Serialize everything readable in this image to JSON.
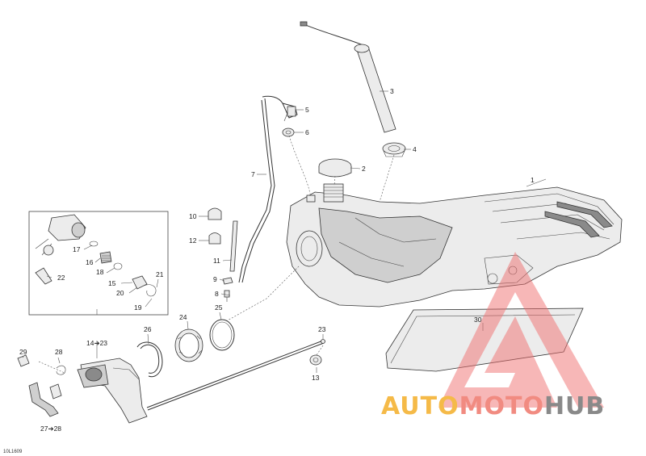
{
  "diagram": {
    "reference_code": "10L1609",
    "callouts": {
      "c1": "1",
      "c2": "2",
      "c3": "3",
      "c4": "4",
      "c5": "5",
      "c6": "6",
      "c7": "7",
      "c8": "8",
      "c9": "9",
      "c10": "10",
      "c11": "11",
      "c12": "12",
      "c13": "13",
      "c14": "14➔23",
      "c15": "15",
      "c16": "16",
      "c17": "17",
      "c18": "18",
      "c19": "19",
      "c20": "20",
      "c21": "21",
      "c22": "22",
      "c23": "23",
      "c24": "24",
      "c25": "25",
      "c26": "26",
      "c27": "27➔28",
      "c28": "28",
      "c29": "29",
      "c30": "30"
    }
  },
  "watermark": {
    "word_a": "AUTO",
    "word_b": "MOTO",
    "word_c": "HUB",
    "colors": {
      "a": "#f5b335",
      "b": "#f07f74",
      "c": "#7d7d7d",
      "triangle": "#ee6e6e"
    }
  }
}
